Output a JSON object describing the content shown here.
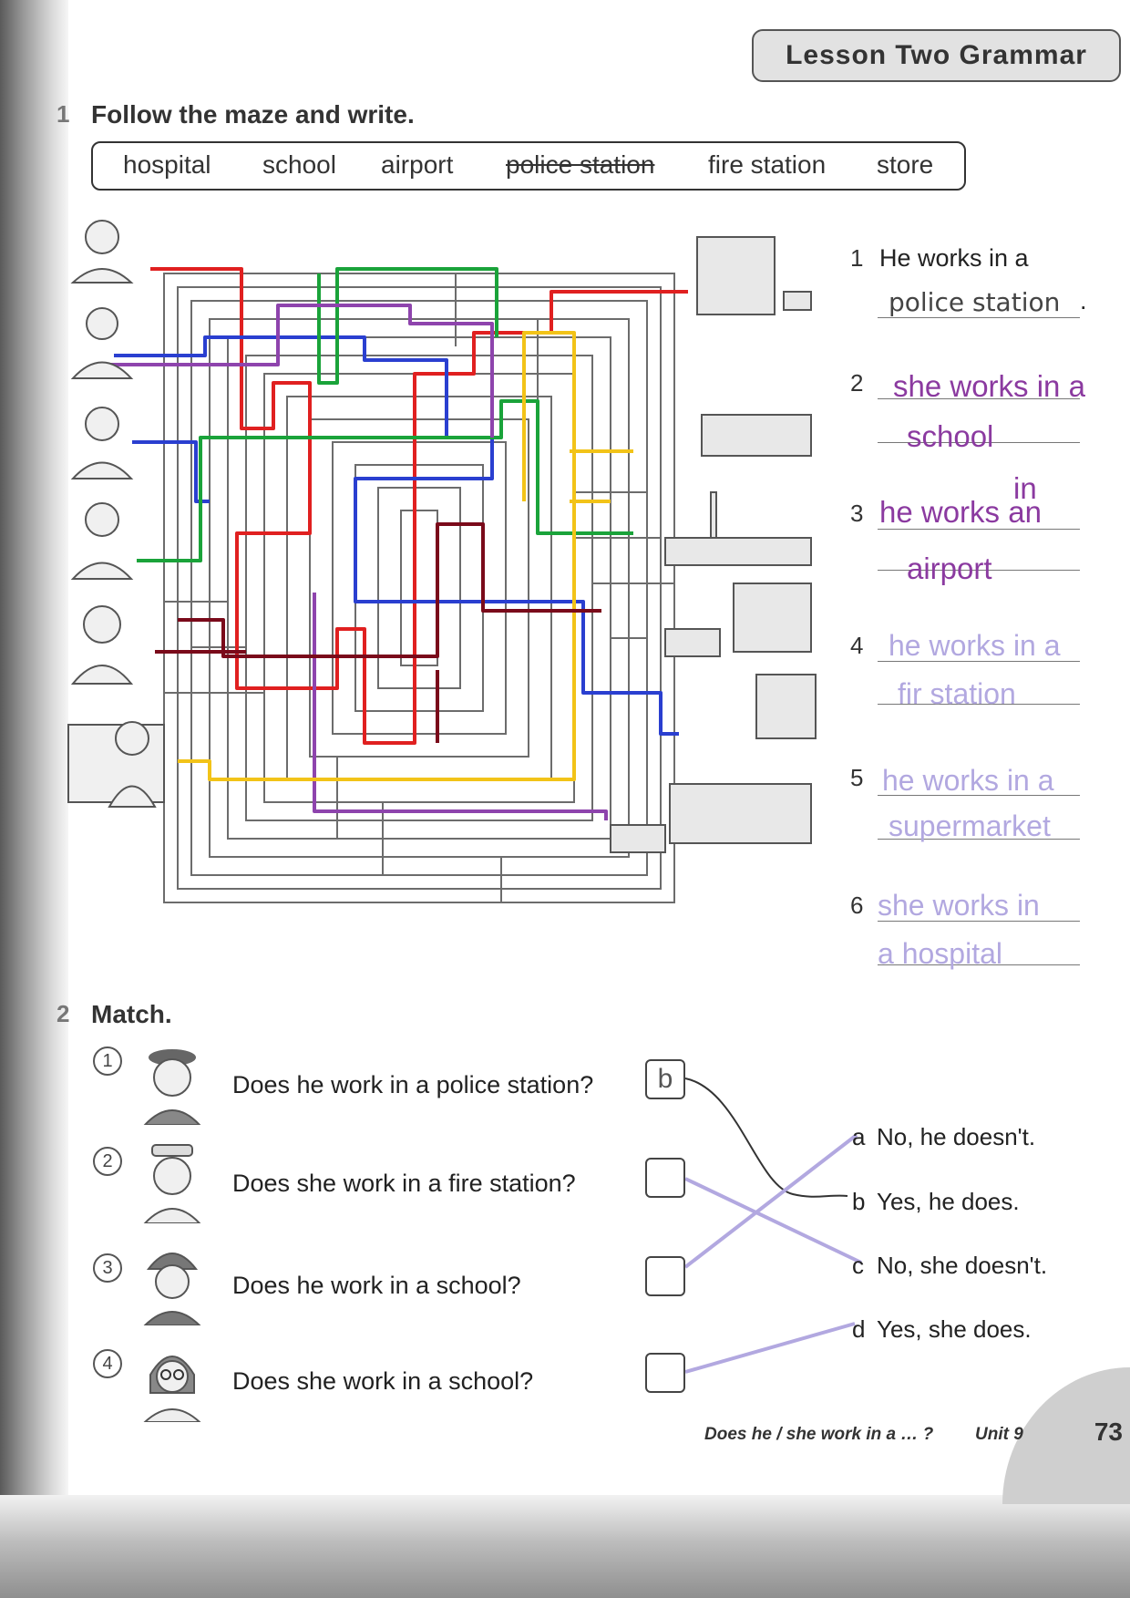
{
  "header": {
    "lesson": "Lesson Two Grammar"
  },
  "ex1": {
    "number": "1",
    "title": "Follow the maze and write.",
    "words": [
      "hospital",
      "school",
      "airport",
      "police station",
      "fire station",
      "store"
    ],
    "items": [
      {
        "num": "1",
        "prompt": "He works in a",
        "printed_answer": "police station",
        "end": "."
      },
      {
        "num": "2",
        "written": [
          "she works in a",
          "school"
        ]
      },
      {
        "num": "3",
        "written": [
          "in",
          "he works an",
          "airport"
        ]
      },
      {
        "num": "4",
        "written": [
          "he works in a",
          "fir station"
        ]
      },
      {
        "num": "5",
        "written": [
          "he works in a",
          "supermarket"
        ]
      },
      {
        "num": "6",
        "written": [
          "she works in",
          "a hospital"
        ]
      }
    ]
  },
  "ex2": {
    "number": "2",
    "title": "Match.",
    "questions": [
      {
        "num": "1",
        "text": "Does he work in a police station?",
        "box": "b"
      },
      {
        "num": "2",
        "text": "Does she work in a fire station?",
        "box": ""
      },
      {
        "num": "3",
        "text": "Does he work in a school?",
        "box": ""
      },
      {
        "num": "4",
        "text": "Does she work in a school?",
        "box": ""
      }
    ],
    "responses": [
      {
        "letter": "a",
        "text": "No, he doesn't."
      },
      {
        "letter": "b",
        "text": "Yes, he does."
      },
      {
        "letter": "c",
        "text": "No, she doesn't."
      },
      {
        "letter": "d",
        "text": "Yes, she does."
      }
    ]
  },
  "footer": {
    "text": "Does he / she work in a … ?",
    "unit": "Unit 9",
    "page": "73"
  },
  "colors": {
    "pen_dark": "#8b3aa0",
    "pen_light": "#b2a8e0",
    "maze_paths": [
      "#e02020",
      "#2a3fd0",
      "#1aa33a",
      "#8e44ad",
      "#f2c318",
      "#7a0a1a"
    ]
  }
}
